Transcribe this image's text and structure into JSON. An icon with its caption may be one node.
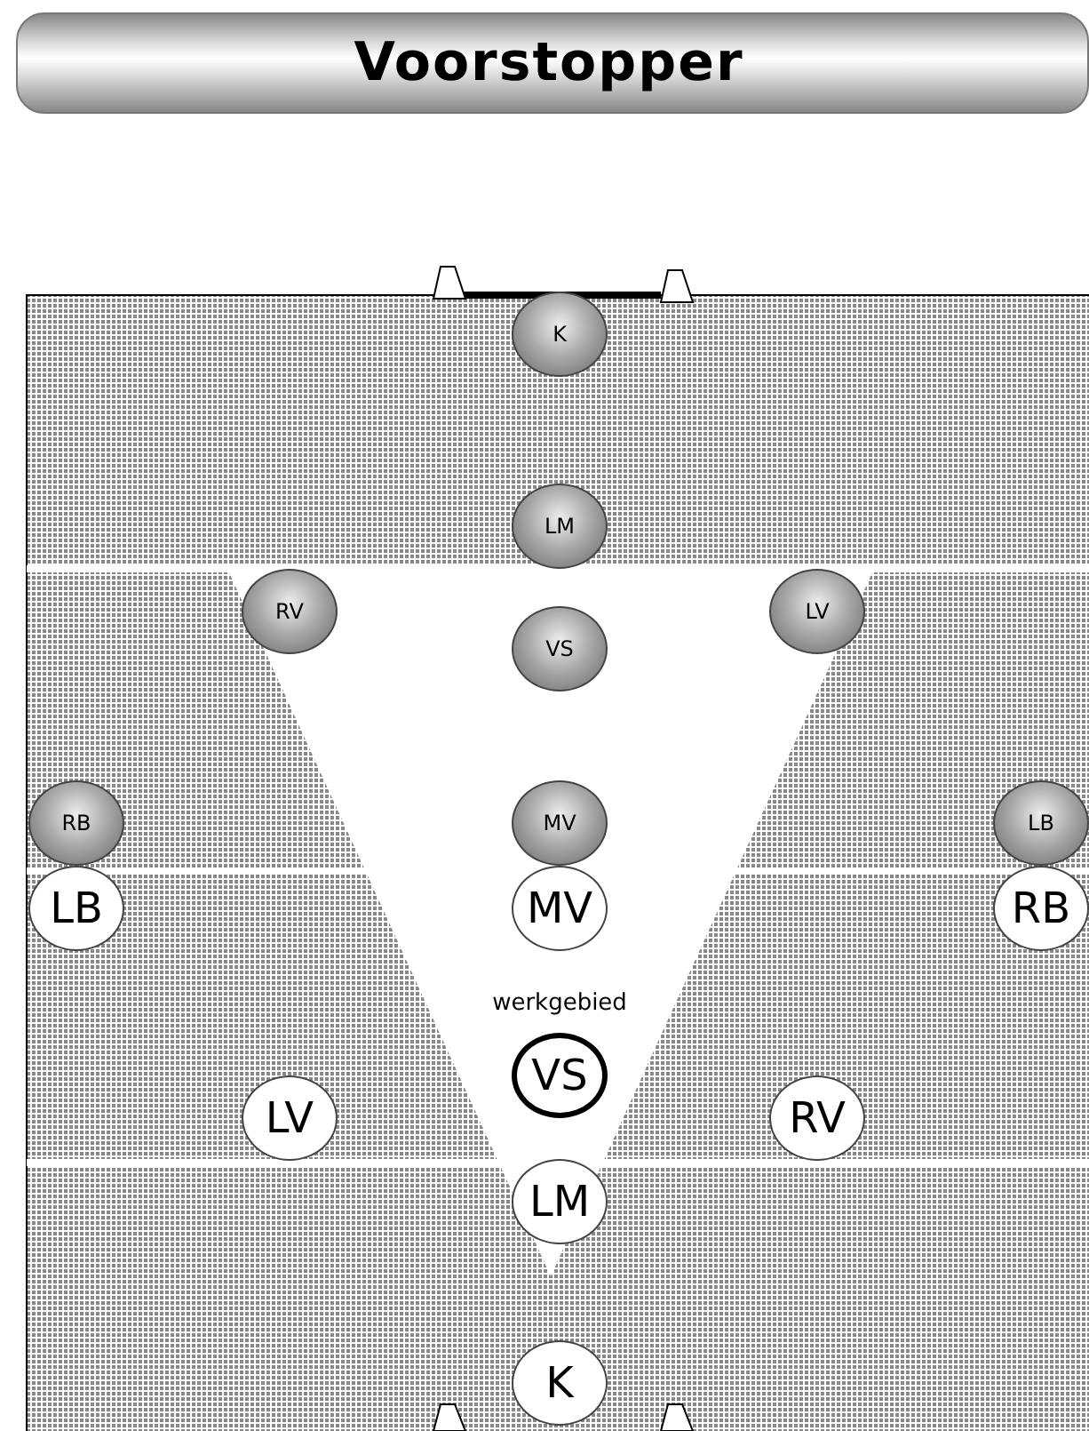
{
  "diagram": {
    "title": "Voorstopper",
    "nodes": [
      {
        "text": [
          "K"
        ]
      },
      {
        "text": [
          "LM"
        ]
      },
      {
        "text": [
          "RV"
        ]
      },
      {
        "text": [
          "LV"
        ]
      },
      {
        "text": [
          "VS"
        ]
      },
      {
        "text": [
          "RB"
        ]
      },
      {
        "text": [
          "MV"
        ]
      },
      {
        "text": [
          "LB"
        ]
      },
      {
        "text": [
          "LB"
        ]
      },
      {
        "text": [
          "MV"
        ]
      },
      {
        "text": [
          "RB"
        ]
      },
      {
        "text": [
          "VS"
        ]
      },
      {
        "text": [
          "LV"
        ]
      },
      {
        "text": [
          "RV"
        ]
      },
      {
        "text": [
          "LM"
        ]
      },
      {
        "text": [
          "K"
        ]
      }
    ],
    "labels": [
      "werkgebied"
    ]
  }
}
